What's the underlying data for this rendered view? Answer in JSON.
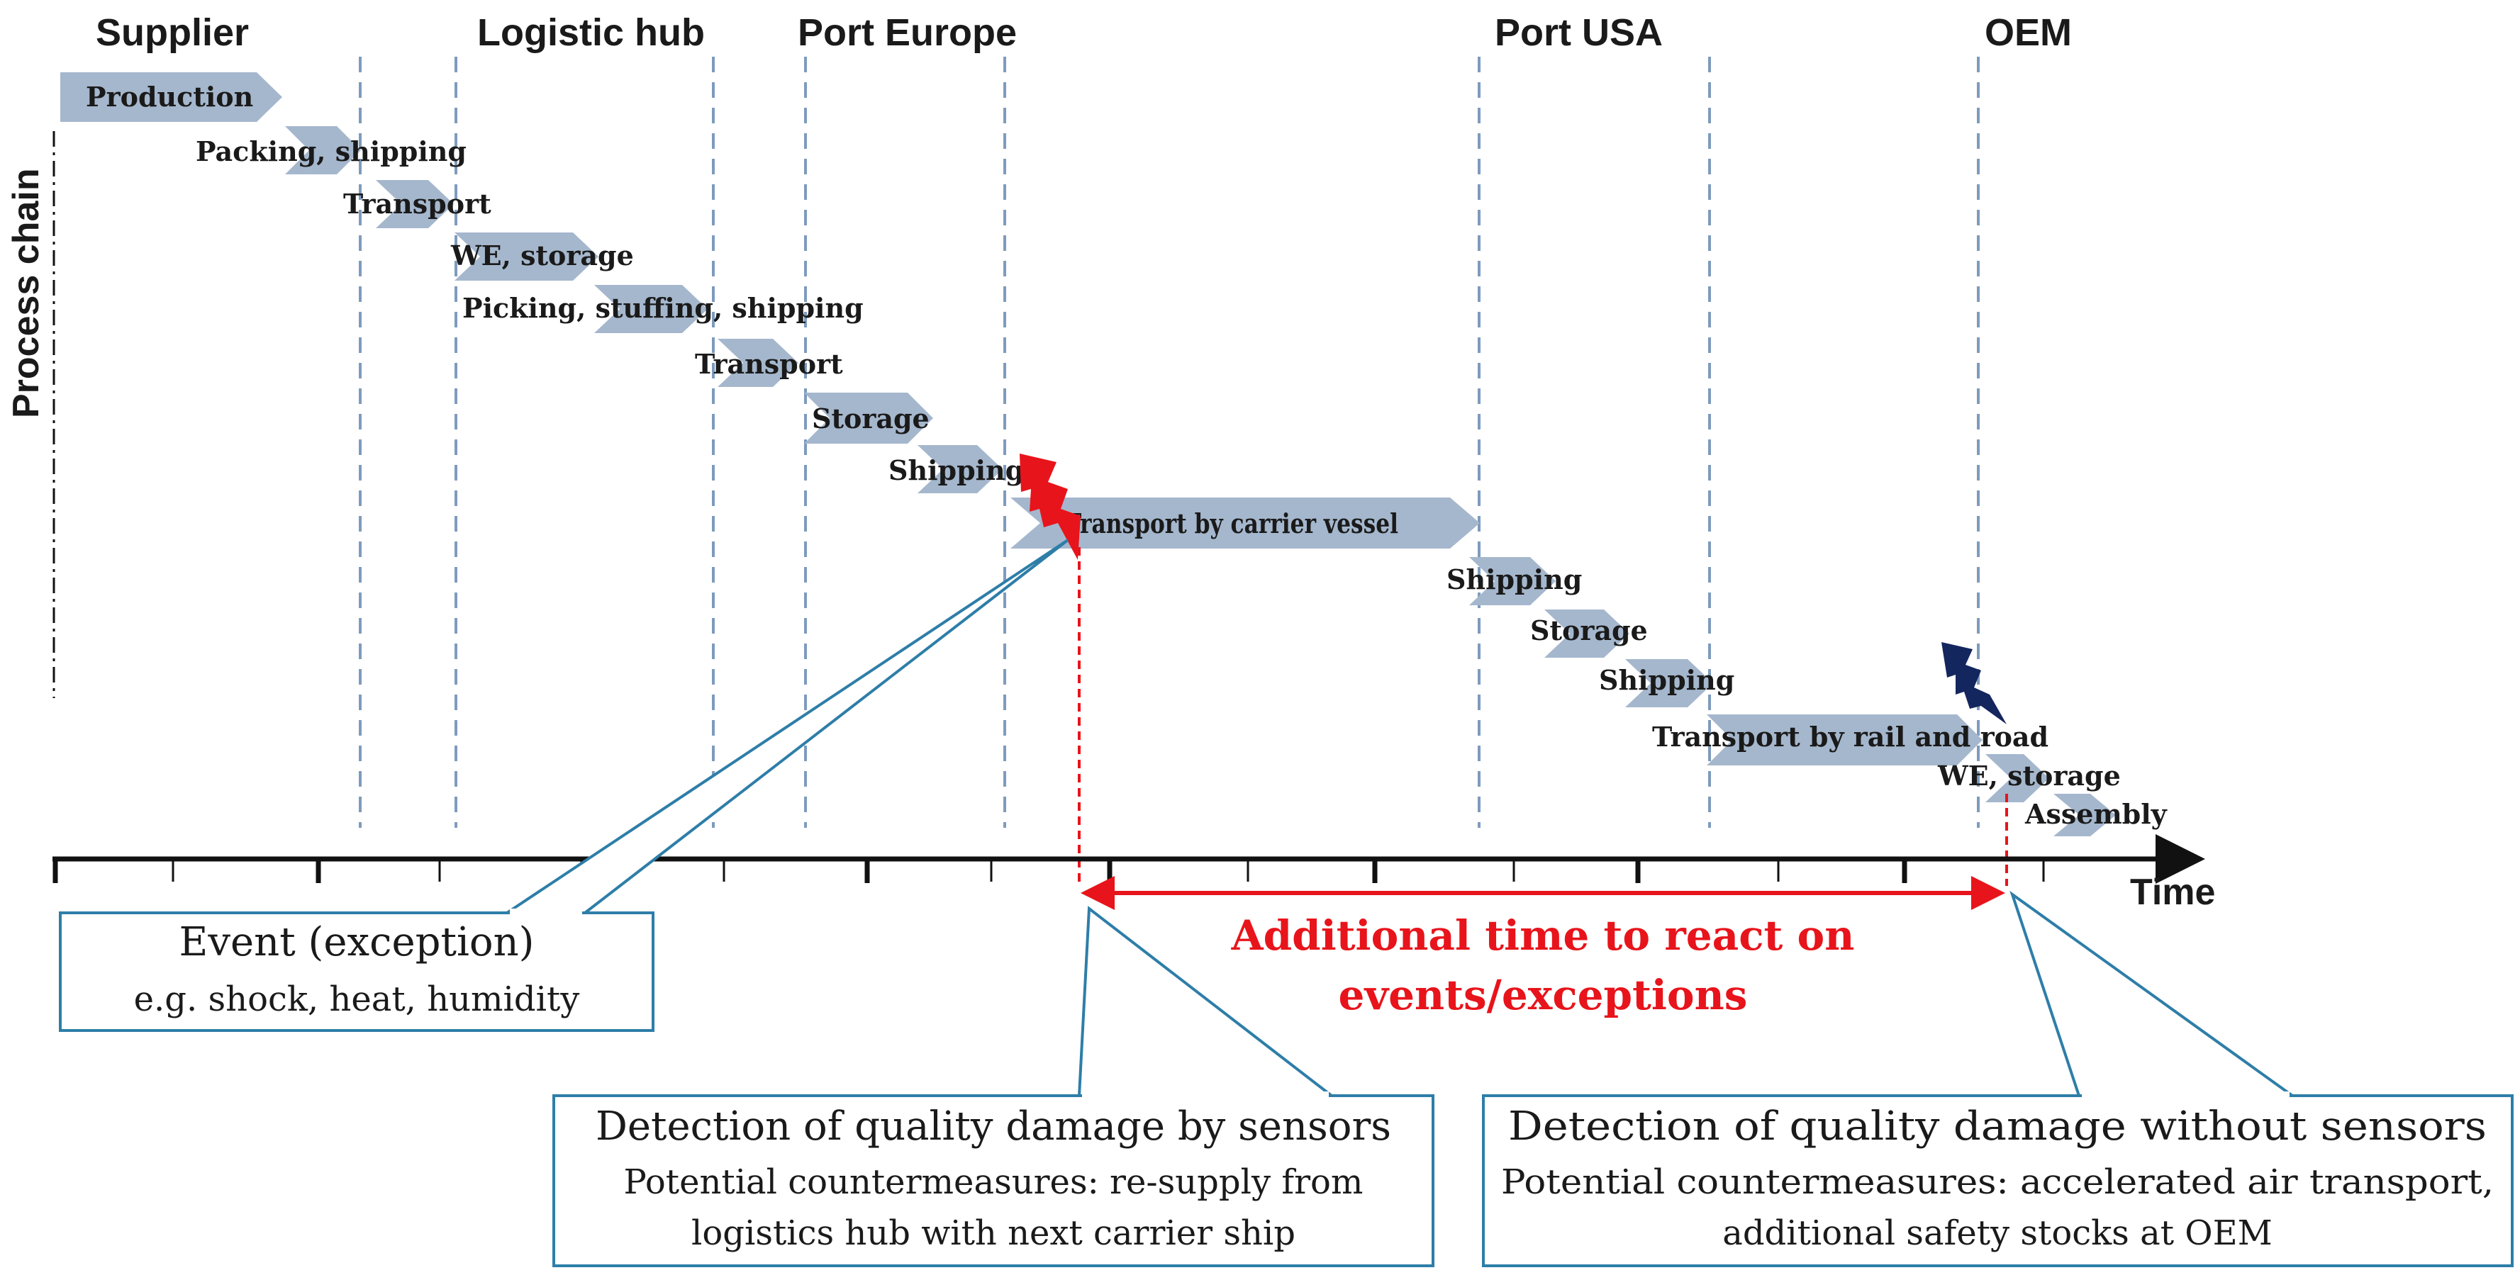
{
  "phases": [
    "Supplier",
    "Logistic hub",
    "Port Europe",
    "Port USA",
    "OEM"
  ],
  "axis": {
    "y_label": "Process chain",
    "x_label": "Time"
  },
  "steps": [
    "Production",
    "Packing, shipping",
    "Transport",
    "WE, storage",
    "Picking, stuffing, shipping",
    "Transport",
    "Storage",
    "Shipping",
    "Transport by carrier vessel",
    "Shipping",
    "Storage",
    "Shipping",
    "Transport by rail and road",
    "WE, storage",
    "Assembly"
  ],
  "reaction_time": {
    "line1": "Additional time to react on",
    "line2": "events/exceptions",
    "color": "#e8141b"
  },
  "callouts": {
    "event": {
      "title": "Event (exception)",
      "sub": "e.g. shock, heat, humidity"
    },
    "with_sensors": {
      "title": "Detection of quality damage by sensors",
      "sub1": "Potential countermeasures: re-supply  from",
      "sub2": "logistics hub with next carrier ship"
    },
    "without_sensors": {
      "title": "Detection of quality damage without sensors",
      "sub1": "Potential countermeasures:  accelerated air transport,",
      "sub2": "additional safety stocks at OEM"
    }
  },
  "colors": {
    "step_fill": "#a5b7cd",
    "divider": "#7e9bbd",
    "callout_border": "#2e7ea8",
    "event_bolt": "#e8141b",
    "late_bolt": "#14265e"
  },
  "icons": [
    "red-lightning-icon",
    "navy-lightning-icon"
  ]
}
